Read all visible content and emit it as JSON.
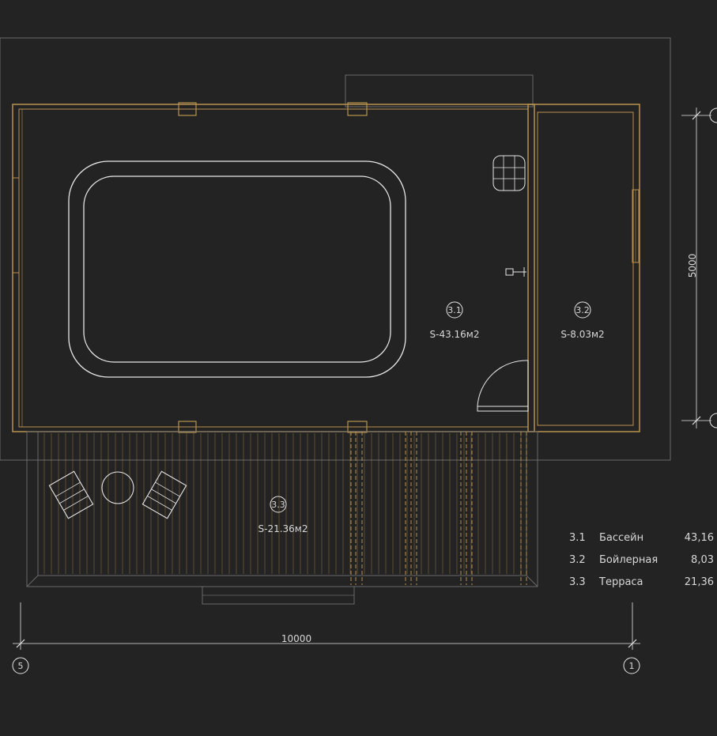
{
  "rooms": [
    {
      "num": "3.1",
      "area": "S-43.16м2"
    },
    {
      "num": "3.2",
      "area": "S-8.03м2"
    },
    {
      "num": "3.3",
      "area": "S-21.36м2"
    }
  ],
  "dimensions": {
    "width": "10000",
    "height": "5000"
  },
  "axes": {
    "left": "5",
    "right": "1"
  },
  "legend": [
    {
      "num": "3.1",
      "name": "Бассейн",
      "area": "43,16"
    },
    {
      "num": "3.2",
      "name": "Бойлерная",
      "area": "8,03"
    },
    {
      "num": "3.3",
      "name": "Терраса",
      "area": "21,36"
    }
  ],
  "colors": {
    "background": "#232323",
    "walls": "#b8924e",
    "pool": "#e6e6e6",
    "text": "#d8d8d8"
  }
}
